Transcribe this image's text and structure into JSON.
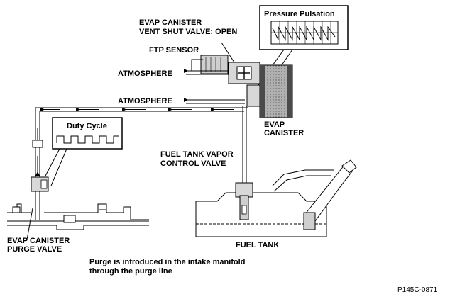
{
  "labels": {
    "vent_valve_line1": "EVAP CANISTER",
    "vent_valve_line2": "VENT SHUT VALVE: OPEN",
    "ftp_sensor": "FTP SENSOR",
    "atmosphere_top": "ATMOSPHERE",
    "atmosphere_mid": "ATMOSPHERE",
    "canister_line1": "EVAP",
    "canister_line2": "CANISTER",
    "fuel_tank_valve_line1": "FUEL TANK VAPOR",
    "fuel_tank_valve_line2": "CONTROL VALVE",
    "purge_valve_line1": "EVAP CANISTER",
    "purge_valve_line2": "PURGE VALVE",
    "fuel_tank": "FUEL TANK",
    "caption_line1": "Purge is introduced in the intake manifold",
    "caption_line2": "through the purge line",
    "figure_code": "P145C-0871"
  },
  "insets": {
    "pressure_pulsation": "Pressure Pulsation",
    "duty_cycle": "Duty Cycle"
  },
  "colors": {
    "line": "#000000",
    "fill_gray": "#b8b8b8",
    "fill_dark": "#4a4a4a"
  }
}
